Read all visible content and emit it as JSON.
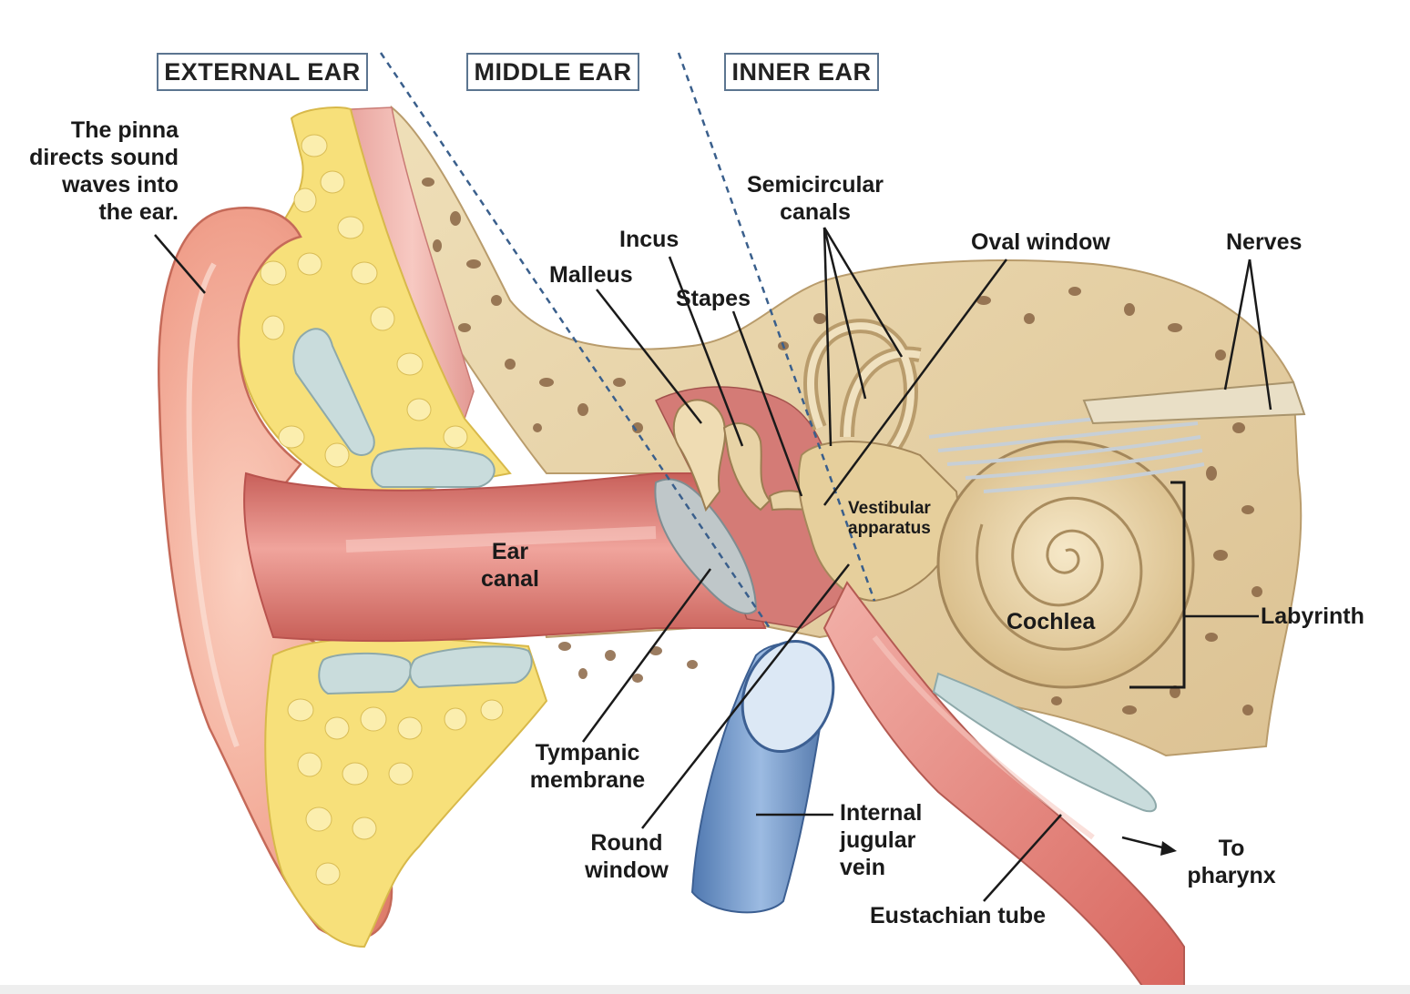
{
  "regions": {
    "external": "EXTERNAL EAR",
    "middle": "MIDDLE EAR",
    "inner": "INNER EAR"
  },
  "labels": {
    "pinna_l1_a": "The ",
    "pinna_l1_b": "pinna",
    "pinna_l2": "directs sound",
    "pinna_l3": "waves into",
    "pinna_l4": "the ear.",
    "semicircular_l1": "Semicircular",
    "semicircular_l2": "canals",
    "incus": "Incus",
    "malleus": "Malleus",
    "stapes": "Stapes",
    "oval_window": "Oval window",
    "nerves": "Nerves",
    "vestibular_l1": "Vestibular",
    "vestibular_l2": "apparatus",
    "ear_canal_l1": "Ear",
    "ear_canal_l2": "canal",
    "cochlea": "Cochlea",
    "labyrinth": "Labyrinth",
    "tympanic_l1": "Tympanic",
    "tympanic_l2": "membrane",
    "round_l1": "Round",
    "round_l2": "window",
    "jugular_l1": "Internal",
    "jugular_l2": "jugular",
    "jugular_l3": "vein",
    "eustachian": "Eustachian tube",
    "pharynx_l1": "To",
    "pharynx_l2": "pharynx"
  },
  "colors": {
    "skin": "#f1a38f",
    "skin_dark": "#d9705f",
    "fat": "#f7e27e",
    "cartilage": "#c9dcdc",
    "bone": "#e9d6ac",
    "bone_pore": "#8a6645",
    "canal": "#dd7f78",
    "vein": "#6f93c4",
    "tube": "#e48a86",
    "box_border": "#5c7590",
    "dashed": "#3a5f8c"
  }
}
